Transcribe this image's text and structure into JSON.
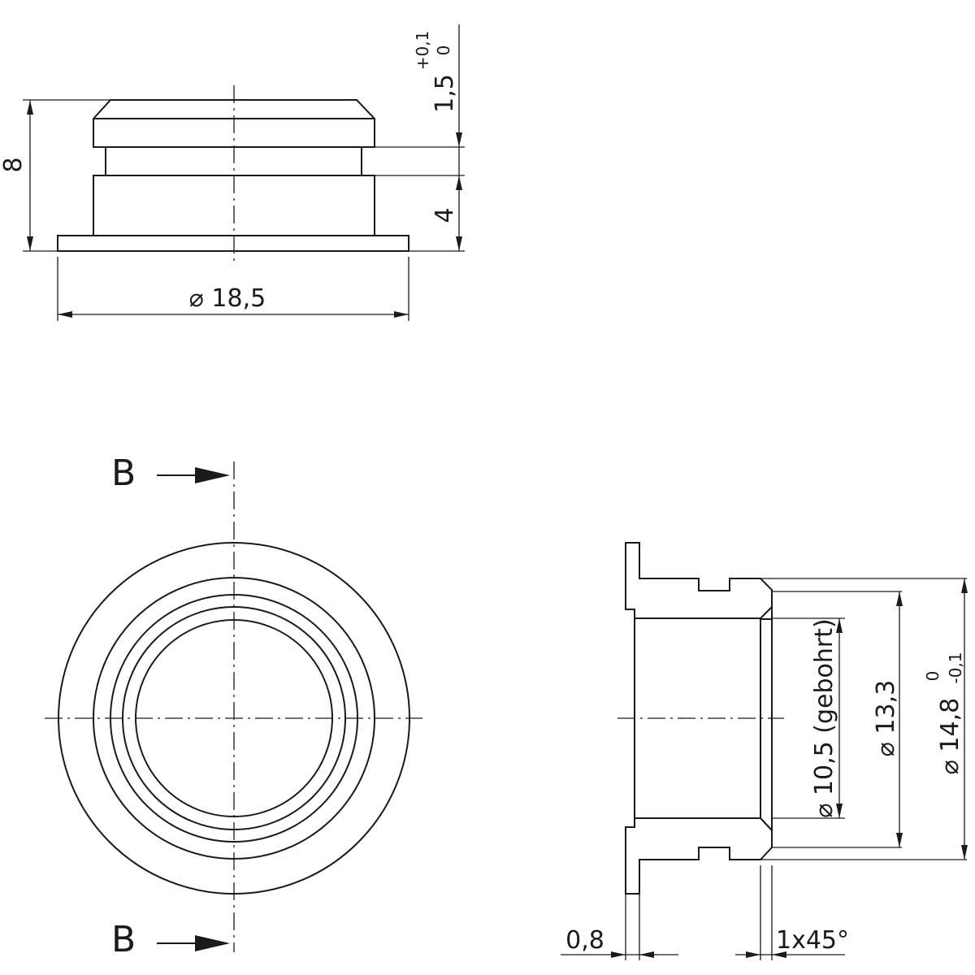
{
  "dimensions": {
    "height_total": "8",
    "groove_width": "1,5",
    "groove_tol_upper": "+0,1",
    "groove_tol_lower": "0",
    "body_height": "4",
    "flange_diameter": "⌀ 18,5",
    "bore_diameter": "⌀ 10,5 (gebohrt)",
    "groove_diameter": "⌀ 13,3",
    "outer_diameter": "⌀ 14,8",
    "outer_tol_upper": "0",
    "outer_tol_lower": "-0,1",
    "flange_thickness": "0,8",
    "chamfer": "1x45°"
  },
  "section_marks": {
    "top_label": "B",
    "bottom_label": "B"
  }
}
